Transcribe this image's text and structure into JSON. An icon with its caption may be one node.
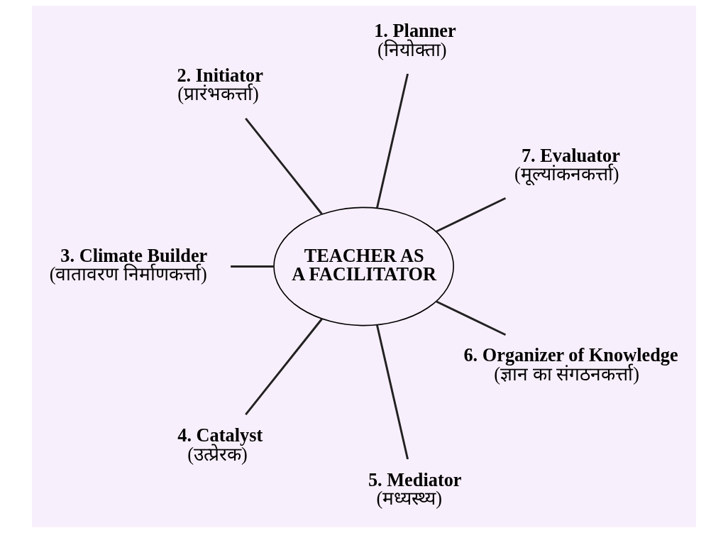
{
  "diagram": {
    "nodes": [
      {
        "text": [
          "TEACHER AS A FACILITATOR"
        ]
      },
      {
        "text": [
          "7. Evaluator",
          "(मूल्यांकनकर्त्ता)"
        ]
      },
      {
        "text": [
          "1. Planner",
          "(नियोक्ता)"
        ]
      },
      {
        "text": [
          "2. Initiator",
          "(प्रारंभकर्त्ता)"
        ]
      },
      {
        "text": [
          "3. Climate Builder",
          "(वातावरण निर्माणकर्त्ता)"
        ]
      },
      {
        "text": [
          "4. Catalyst",
          "(उत्प्रेरक)"
        ]
      },
      {
        "text": [
          "5. Mediator",
          "(मध्यस्थ्य)"
        ]
      },
      {
        "text": [
          "6. Organizer of Knowledge",
          "(ज्ञान का संगठनकर्त्ता)"
        ]
      }
    ],
    "edges": [
      {
        "from": 0,
        "to": 1,
        "arrow": "none"
      },
      {
        "from": 0,
        "to": 2,
        "arrow": "none"
      },
      {
        "from": 0,
        "to": 3,
        "arrow": "none"
      },
      {
        "from": 0,
        "to": 4,
        "arrow": "none"
      },
      {
        "from": 0,
        "to": 5,
        "arrow": "none"
      },
      {
        "from": 0,
        "to": 6,
        "arrow": "none"
      },
      {
        "from": 0,
        "to": 7,
        "arrow": "none"
      }
    ]
  }
}
